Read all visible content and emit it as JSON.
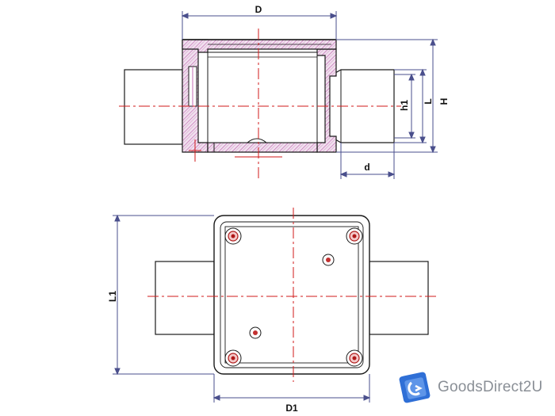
{
  "dimensions": {
    "D": "D",
    "H": "H",
    "L": "L",
    "h1": "h1",
    "d": "d",
    "L1": "L1",
    "D1": "D1"
  },
  "logo": {
    "brand": "GoodsDirect2U"
  },
  "colors": {
    "outline": "#1a1a1a",
    "centerline": "#d21a1a",
    "dimension": "#4a4f8c",
    "hatch": "#c46bb5",
    "logo_blue": "#2f6fd6",
    "logo_text": "#8a8f96"
  }
}
